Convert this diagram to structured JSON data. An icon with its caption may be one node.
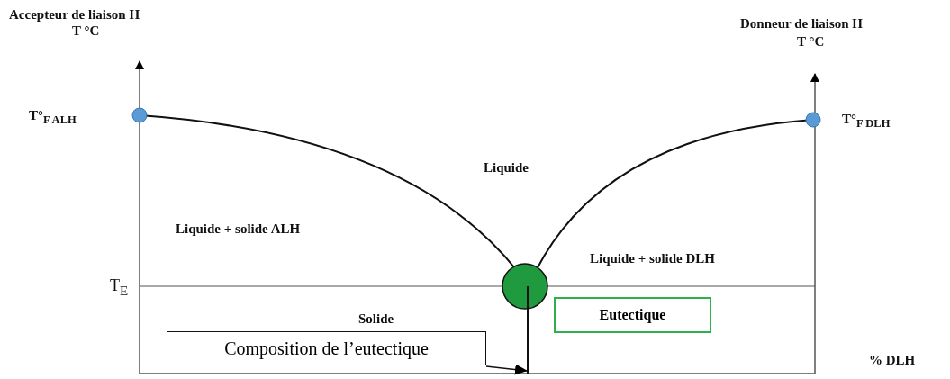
{
  "diagram": {
    "nodes": [
      {
        "text": [
          "Composition de l’eutectique"
        ]
      },
      {
        "text": [
          "Eutectique"
        ]
      },
      {
        "text": [],
        "shape": "line"
      }
    ],
    "edges": [
      {
        "from": 0,
        "to": 2,
        "arrow": "to"
      }
    ],
    "labels": [
      "Accepteur de liaison H",
      "T °C",
      "Donneur de liaison H",
      "T °C",
      "T°$_{F ALH}$",
      "T°$_{F DLH}$",
      "Liquide",
      "Liquide + solide ALH",
      "Liquide + solide DLH",
      "T$_{E}$",
      "Solide",
      "% DLH"
    ]
  }
}
